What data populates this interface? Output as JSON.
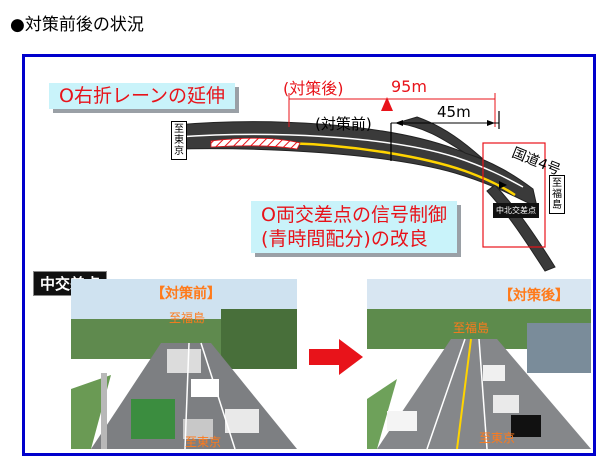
{
  "header": {
    "title": "●対策前後の状況"
  },
  "diagram": {
    "callout_extend": "O右折レーンの延伸",
    "callout_signal_line1": "O両交差点の信号制御",
    "callout_signal_line2": "(青時間配分)の改良",
    "label_after": "(対策後)",
    "label_before": "(対策前)",
    "dist_95": "95m",
    "dist_45": "45m",
    "route_label": "国道4号",
    "dir_tokyo": "至東京",
    "dir_fukushima": "至福島",
    "intersection_name": "中北交差点"
  },
  "photos": {
    "section_label": "中交差点",
    "before": {
      "label": "【対策前】",
      "dir_top": "至福島",
      "dir_bottom": "至東京"
    },
    "after": {
      "label": "【対策後】",
      "dir_top": "至福島",
      "dir_bottom": "至東京"
    }
  },
  "colors": {
    "frame": "#0000cc",
    "accent_red": "#e8131a",
    "callout_bg": "#c9f3fa",
    "photo_label": "#ff7a1a"
  }
}
